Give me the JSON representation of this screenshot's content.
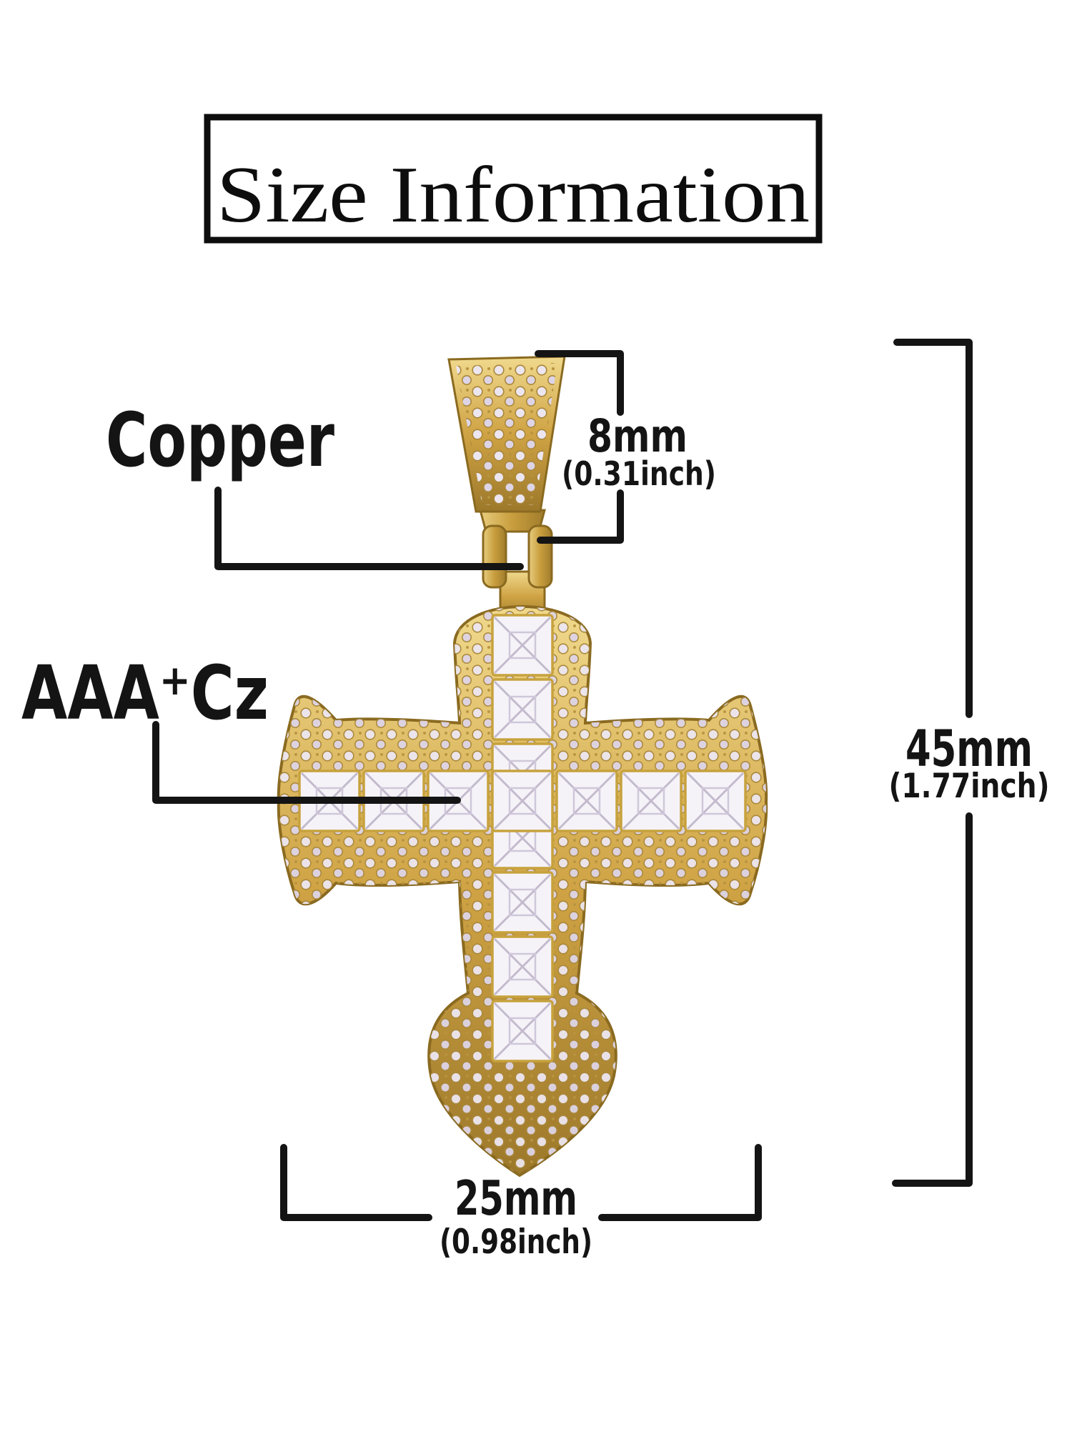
{
  "title": "Size Information",
  "annotations": {
    "metal_label": "Copper",
    "stone_label": "AAA⁺Cz"
  },
  "measurements": {
    "bail_height": {
      "value": "8mm",
      "inches": "(0.31inch)"
    },
    "pendant_height": {
      "value": "45mm",
      "inches": "(1.77inch)"
    },
    "pendant_width": {
      "value": "25mm",
      "inches": "(0.98inch)"
    }
  },
  "colors": {
    "gold": "#cfa344",
    "stone_white": "#f6f3f8",
    "annotation_black": "#141414"
  }
}
